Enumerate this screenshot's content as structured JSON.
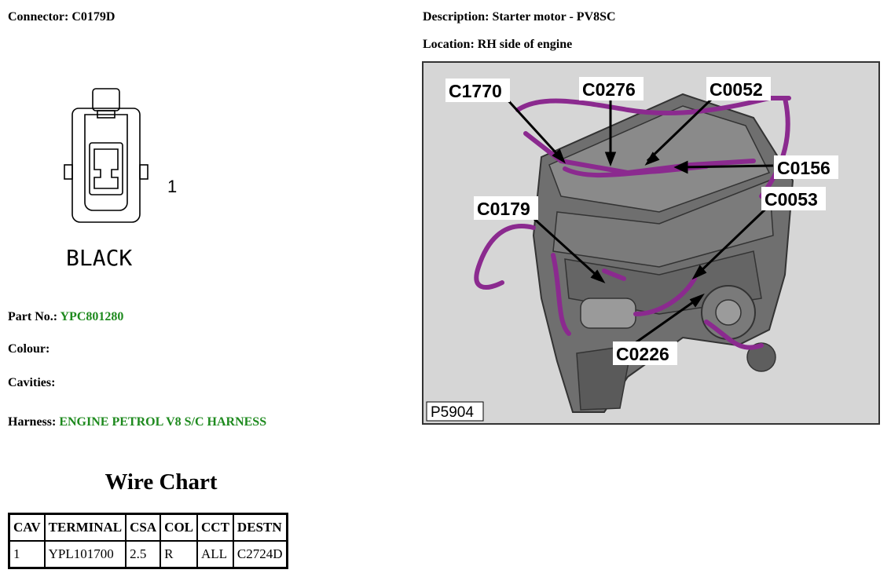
{
  "connector": {
    "label": "Connector:",
    "id": "C0179D",
    "pin_number": "1",
    "body_colour": "BLACK"
  },
  "description": {
    "label": "Description:",
    "value": "Starter motor - PV8SC"
  },
  "location": {
    "label": "Location:",
    "value": "RH side of engine"
  },
  "part_no": {
    "label": "Part No.:",
    "value": "YPC801280"
  },
  "colour": {
    "label": "Colour:",
    "value": ""
  },
  "cavities": {
    "label": "Cavities:",
    "value": ""
  },
  "harness": {
    "label": "Harness:",
    "value": "ENGINE PETROL V8 S/C HARNESS"
  },
  "wire_chart": {
    "title": "Wire Chart",
    "headers": [
      "CAV",
      "TERMINAL",
      "CSA",
      "COL",
      "CCT",
      "DESTN"
    ],
    "rows": [
      [
        "1",
        "YPL101700",
        "2.5",
        "R",
        "ALL",
        "C2724D"
      ]
    ]
  },
  "figure": {
    "id": "P5904",
    "callouts": [
      "C1770",
      "C0276",
      "C0052",
      "C0156",
      "C0179",
      "C0053",
      "C0226"
    ],
    "colors": {
      "background": "#d6d6d6",
      "harness": "#8b2a8f",
      "engine": "#6e6e6e"
    }
  }
}
